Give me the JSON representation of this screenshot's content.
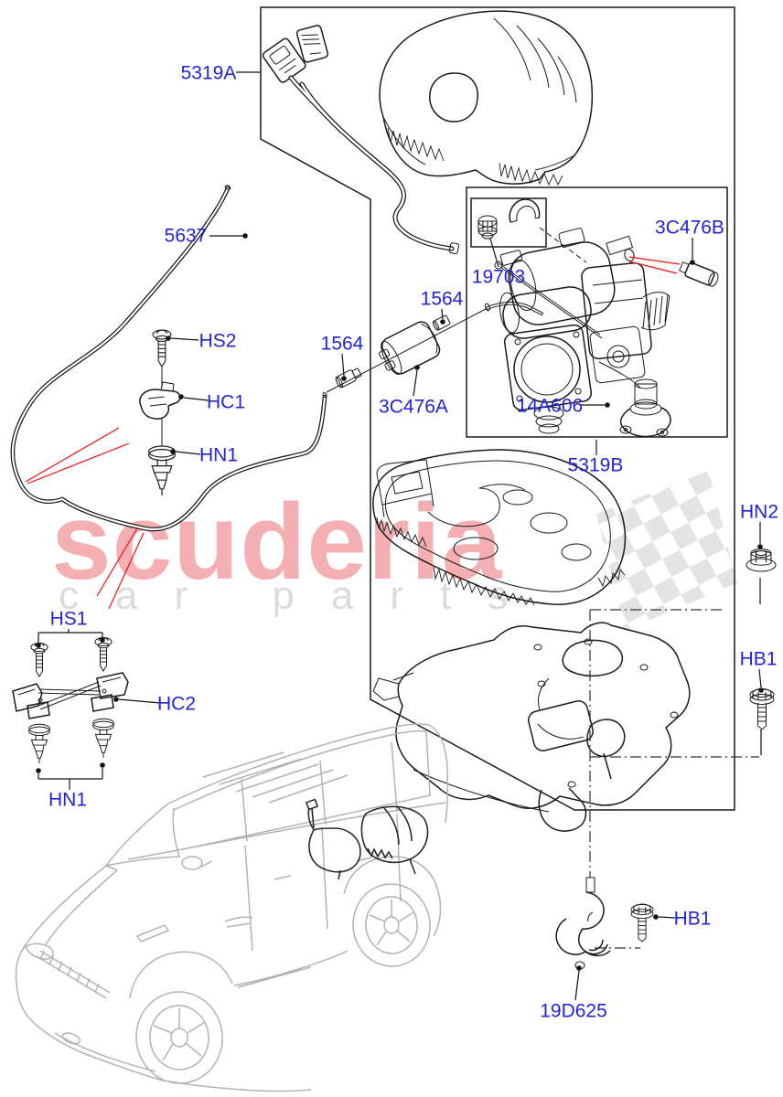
{
  "watermark": {
    "brand": "scuderia",
    "tagline": "car parts"
  },
  "callouts": [
    {
      "id": "5319A",
      "label": "5319A"
    },
    {
      "id": "5637",
      "label": "5637"
    },
    {
      "id": "HS2",
      "label": "HS2"
    },
    {
      "id": "HC1",
      "label": "HC1"
    },
    {
      "id": "HN1-a",
      "label": "HN1"
    },
    {
      "id": "1564-a",
      "label": "1564"
    },
    {
      "id": "3C476A",
      "label": "3C476A"
    },
    {
      "id": "1564-b",
      "label": "1564"
    },
    {
      "id": "19703",
      "label": "19703"
    },
    {
      "id": "3C476B",
      "label": "3C476B"
    },
    {
      "id": "14A606",
      "label": "14A606"
    },
    {
      "id": "5319B",
      "label": "5319B"
    },
    {
      "id": "HN2",
      "label": "HN2"
    },
    {
      "id": "HB1-a",
      "label": "HB1"
    },
    {
      "id": "HS1",
      "label": "HS1"
    },
    {
      "id": "HC2",
      "label": "HC2"
    },
    {
      "id": "HN1-b",
      "label": "HN1"
    },
    {
      "id": "HB1-b",
      "label": "HB1"
    },
    {
      "id": "19D625",
      "label": "19D625"
    }
  ],
  "colors": {
    "callout_text": "#2323dd",
    "line_art": "#1a1a1a",
    "red_marker": "#ee1111",
    "watermark_pink": "#f4afb3",
    "watermark_gray": "#dcdcdc",
    "checker_gray": "#e4e4e4",
    "vehicle_gray": "#b3b3b3",
    "background": "#ffffff"
  }
}
